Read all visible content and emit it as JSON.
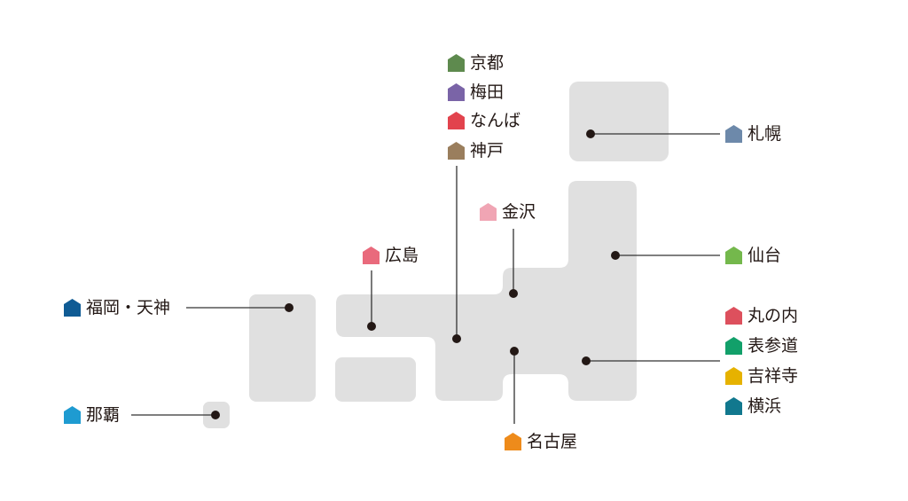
{
  "stores": {
    "kyoto": {
      "label": "京都",
      "color": "#5e8a4e"
    },
    "umeda": {
      "label": "梅田",
      "color": "#7a64a7"
    },
    "namba": {
      "label": "なんば",
      "color": "#e2434d"
    },
    "kobe": {
      "label": "神戸",
      "color": "#9a7e5d"
    },
    "sapporo": {
      "label": "札幌",
      "color": "#6d89aa"
    },
    "kanazawa": {
      "label": "金沢",
      "color": "#f0a5b4"
    },
    "hiroshima": {
      "label": "広島",
      "color": "#e96a7c"
    },
    "sendai": {
      "label": "仙台",
      "color": "#74b84c"
    },
    "fukuoka": {
      "label": "福岡・天神",
      "color": "#0f5b94"
    },
    "marunouchi": {
      "label": "丸の内",
      "color": "#dd505d"
    },
    "omotesando": {
      "label": "表参道",
      "color": "#12a06a"
    },
    "kichijoji": {
      "label": "吉祥寺",
      "color": "#e6b200"
    },
    "yokohama": {
      "label": "横浜",
      "color": "#11788e"
    },
    "naha": {
      "label": "那覇",
      "color": "#1e9bd1"
    },
    "nagoya": {
      "label": "名古屋",
      "color": "#ee8b1b"
    }
  }
}
